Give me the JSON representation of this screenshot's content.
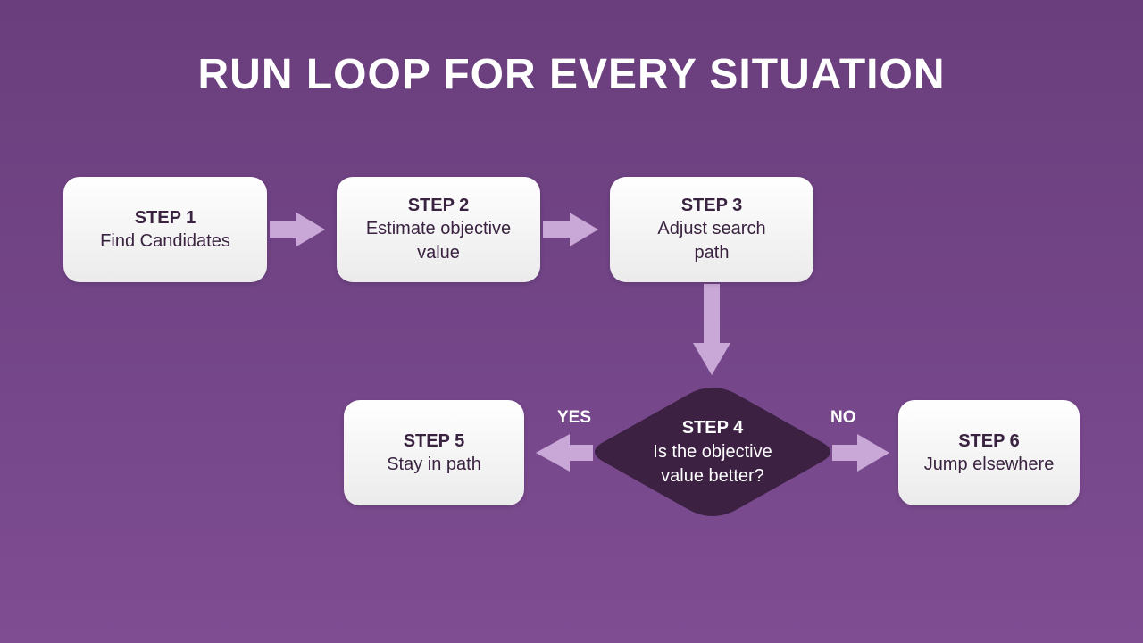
{
  "title": "RUN LOOP FOR EVERY SITUATION",
  "steps": [
    {
      "step": "STEP 1",
      "desc": "Find Candidates"
    },
    {
      "step": "STEP 2",
      "desc": "Estimate objective value"
    },
    {
      "step": "STEP 3",
      "desc": "Adjust search path"
    },
    {
      "step": "STEP 4",
      "desc": "Is the objective value better?"
    },
    {
      "step": "STEP 5",
      "desc": "Stay in path"
    },
    {
      "step": "STEP 6",
      "desc": "Jump elsewhere"
    }
  ],
  "branches": {
    "yes": "YES",
    "no": "NO"
  },
  "colors": {
    "background": "#744689",
    "box": "#ffffff",
    "box_text": "#3a2340",
    "arrow": "#c9a8d8",
    "diamond": "#3c2143"
  }
}
